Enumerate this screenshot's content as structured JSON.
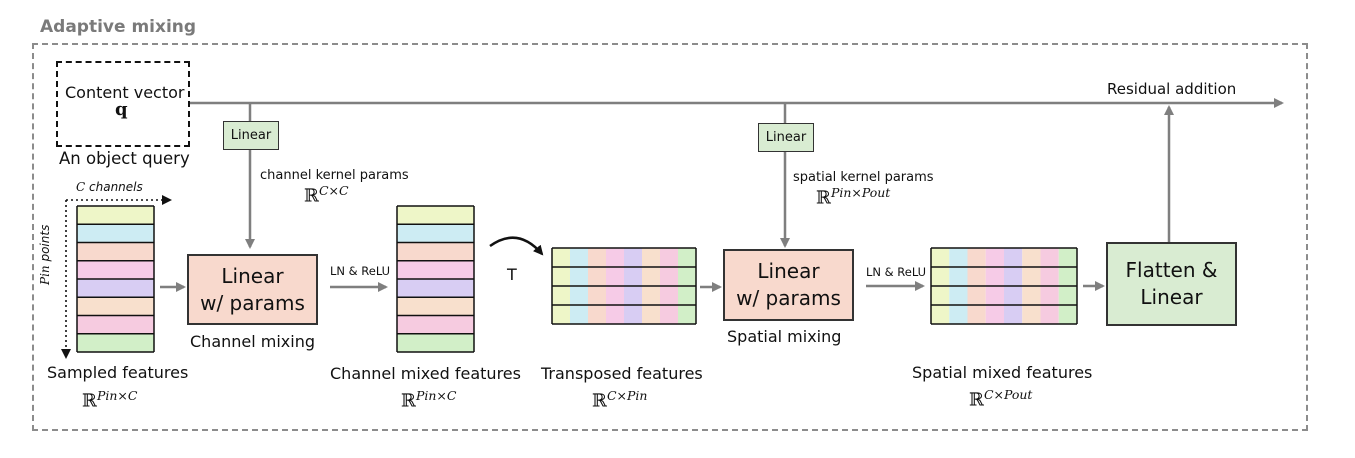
{
  "title": "Adaptive mixing",
  "content_vector": {
    "label": "Content vector",
    "symbol": "q"
  },
  "object_query": "An object query",
  "residual": "Residual addition",
  "linear_small": "Linear",
  "channel_kernel": {
    "label": "channel kernel params",
    "math_base": "ℝ",
    "math_sup": "C×C"
  },
  "spatial_kernel": {
    "label": "spatial kernel params",
    "math_base": "ℝ",
    "math_sup": "Pin×Pout"
  },
  "axis": {
    "channels_var": "C",
    "channels_word": "channels",
    "points_var": "Pin",
    "points_word": "points"
  },
  "linear_params": {
    "line1": "Linear",
    "line2": "w/ params"
  },
  "channel_mixing": "Channel mixing",
  "spatial_mixing": "Spatial mixing",
  "ln_relu": "LN & ReLU",
  "transpose_mark": "T",
  "flatten": {
    "line1": "Flatten &",
    "line2": "Linear"
  },
  "captions": {
    "sampled": {
      "label": "Sampled features",
      "math_base": "ℝ",
      "math_sup": "Pin×C"
    },
    "channel_mixed": {
      "label": "Channel mixed features",
      "math_base": "ℝ",
      "math_sup": "Pin×C"
    },
    "transposed": {
      "label": "Transposed features",
      "math_base": "ℝ",
      "math_sup": "C×Pin"
    },
    "spatial_mixed": {
      "label": "Spatial mixed features",
      "math_base": "ℝ",
      "math_sup": "C×Pout"
    }
  },
  "colors": {
    "rows": [
      "#eef6c8",
      "#cdecf3",
      "#f8d9cd",
      "#f6cbe7",
      "#d8cdf3",
      "#f8e0cd",
      "#f6cbe0",
      "#d2efc8"
    ],
    "pink_box": "#f8d9cd",
    "green_box": "#d9ecd2",
    "arrow": "#7f7f7f"
  }
}
